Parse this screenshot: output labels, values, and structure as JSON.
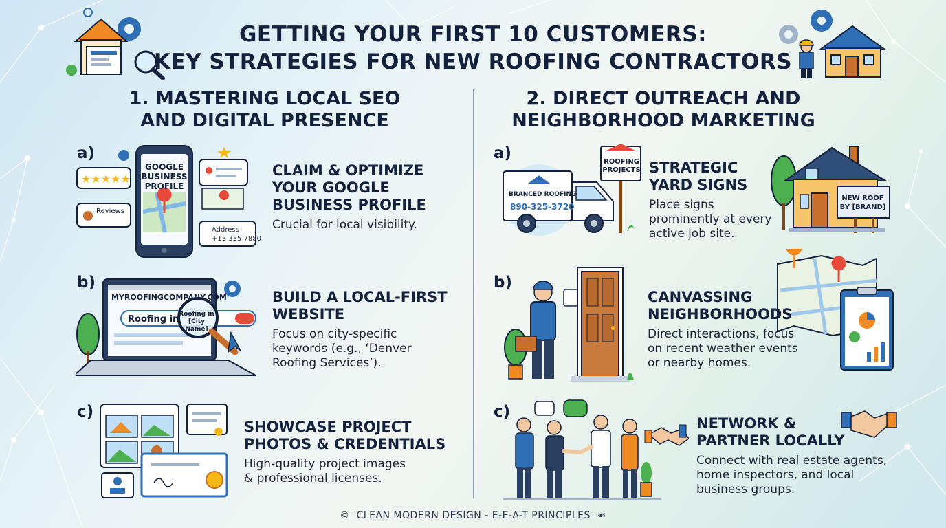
{
  "title_line1": "GETTING YOUR FIRST 10 CUSTOMERS:",
  "title_line2": "KEY STRATEGIES FOR NEW ROOFING CONTRACTORS",
  "left": {
    "heading1": "1. MASTERING LOCAL SEO",
    "heading2": "AND DIGITAL PRESENCE",
    "items": [
      {
        "letter": "a)",
        "h1": "CLAIM & OPTIMIZE",
        "h2": "YOUR GOOGLE",
        "h3": "BUSINESS PROFILE",
        "p1": "Crucial for local visibility."
      },
      {
        "letter": "b)",
        "h1": "BUILD A LOCAL-FIRST",
        "h2": "WEBSITE",
        "p1": "Focus on city-specific",
        "p2": "keywords (e.g., ‘Denver",
        "p3": "Roofing Services’)."
      },
      {
        "letter": "c)",
        "h1": "SHOWCASE PROJECT",
        "h2": "PHOTOS & CREDENTIALS",
        "p1": "High-quality project images",
        "p2": "& professional licenses."
      }
    ],
    "phone_text": [
      "GOOGLE",
      "BUSINESS",
      "PROFILE"
    ],
    "reviews_label": "Reviews",
    "address_label": "Address",
    "phone_number": "+13 335 7880",
    "site_url": "MYROOFINGCOMPANY.COM",
    "search_text": "Roofing in",
    "magnifier_text": [
      "Roofing in",
      "[City Name]"
    ]
  },
  "right": {
    "heading1": "2. DIRECT OUTREACH AND",
    "heading2": "NEIGHBORHOOD MARKETING",
    "items": [
      {
        "letter": "a)",
        "h1": "STRATEGIC",
        "h2": "YARD SIGNS",
        "p1": "Place signs",
        "p2": "prominently at every",
        "p3": "active job site."
      },
      {
        "letter": "b)",
        "h1": "CANVASSING",
        "h2": "NEIGHBORHOODS",
        "p1": "Direct interactions, focus",
        "p2": "on recent weather events",
        "p3": "or nearby homes."
      },
      {
        "letter": "c)",
        "h1": "NETWORK &",
        "h2": "PARTNER LOCALLY",
        "p1": "Connect with real estate agents,",
        "p2": "home inspectors, and local",
        "p3": "business groups."
      }
    ],
    "sign_text": [
      "ROOFING",
      "PROJECTS"
    ],
    "truck_brand": "BRANCED ROOFING",
    "truck_phone": "890-325-3720",
    "house_sign": [
      "NEW ROOF",
      "BY [BRAND]"
    ]
  },
  "footer": "CLEAN MODERN DESIGN - E-E-A-T PRINCIPLES",
  "colors": {
    "navy": "#14213d",
    "blue": "#2f6fb5",
    "orange": "#f08a24",
    "green": "#4caf50"
  }
}
